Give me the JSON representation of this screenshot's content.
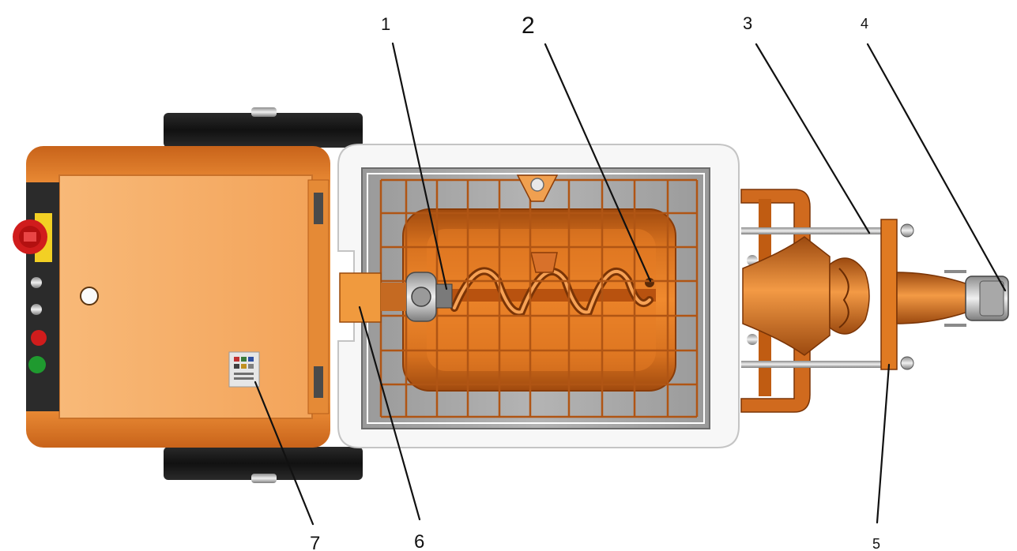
{
  "diagram": {
    "callouts": [
      {
        "id": "1",
        "label": "1"
      },
      {
        "id": "2",
        "label": "2"
      },
      {
        "id": "3",
        "label": "3"
      },
      {
        "id": "4",
        "label": "4"
      },
      {
        "id": "5",
        "label": "5"
      },
      {
        "id": "6",
        "label": "6"
      },
      {
        "id": "7",
        "label": "7"
      }
    ],
    "colors": {
      "body_orange": "#e07a22",
      "panel_orange": "#f5ae63",
      "dark_orange": "#b85a12",
      "frame_white": "#f7f7f7",
      "grid_gray": "#8d8d8d",
      "tire_black": "#1a1a1a",
      "button_red": "#d01c1c",
      "button_green": "#1f9a2f",
      "switch_yellow": "#f2d024"
    }
  }
}
